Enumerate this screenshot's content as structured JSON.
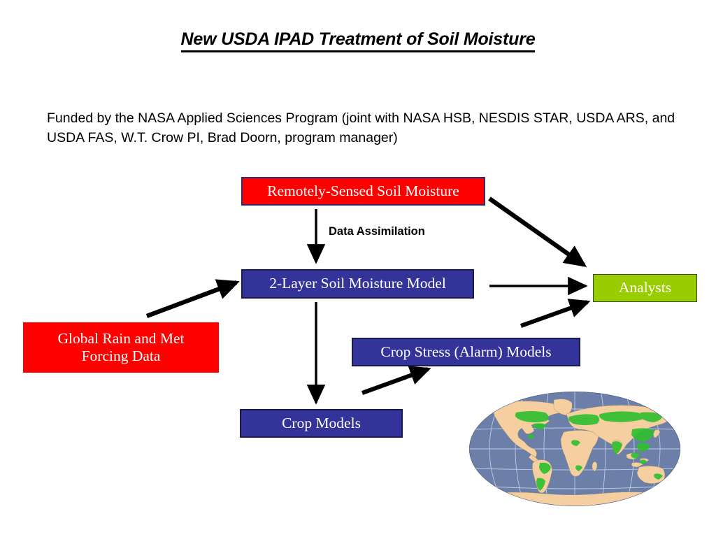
{
  "slide": {
    "title": "New USDA IPAD Treatment  of Soil Moisture",
    "subtitle": "Funded by the NASA Applied Sciences Program (joint with NASA HSB, NESDIS STAR, USDA ARS, and USDA FAS,  W.T. Crow PI, Brad Doorn, program manager)"
  },
  "diagram": {
    "nodes": [
      {
        "id": "remotely-sensed-soil-moisture",
        "label": "Remotely-Sensed Soil Moisture",
        "fill": "#FF0000",
        "text_color": "#FFFFFF",
        "border": "#2F2F6B"
      },
      {
        "id": "two-layer-soil-moisture-model",
        "label": "2-Layer Soil Moisture Model",
        "fill": "#333399",
        "text_color": "#FFFFFF",
        "border": "#1A1A52"
      },
      {
        "id": "analysts",
        "label": "Analysts",
        "fill": "#9ACD00",
        "text_color": "#FFFFFF",
        "border": "#3D4A1A"
      },
      {
        "id": "global-rain-and-met-forcing-data",
        "label": "Global Rain and Met Forcing Data",
        "line1": "Global Rain and Met",
        "line2": "Forcing Data",
        "fill": "#FF0000",
        "text_color": "#FFFFFF",
        "border": "none"
      },
      {
        "id": "crop-stress-alarm-models",
        "label": "Crop Stress (Alarm) Models",
        "fill": "#333399",
        "text_color": "#FFFFFF",
        "border": "#1A1A52"
      },
      {
        "id": "crop-models",
        "label": "Crop Models",
        "fill": "#333399",
        "text_color": "#FFFFFF",
        "border": "#1A1A52"
      }
    ],
    "edge_labels": [
      {
        "id": "data-assimilation",
        "label": "Data Assimilation"
      }
    ],
    "edges": [
      {
        "from": "remotely-sensed-soil-moisture",
        "to": "two-layer-soil-moisture-model",
        "style": "thin-vertical"
      },
      {
        "from": "remotely-sensed-soil-moisture",
        "to": "analysts",
        "style": "thick-diagonal"
      },
      {
        "from": "two-layer-soil-moisture-model",
        "to": "analysts",
        "style": "thin-horizontal"
      },
      {
        "from": "global-rain-and-met-forcing-data",
        "to": "two-layer-soil-moisture-model",
        "style": "thick-diagonal"
      },
      {
        "from": "two-layer-soil-moisture-model",
        "to": "crop-models",
        "style": "thin-vertical"
      },
      {
        "from": "crop-models",
        "to": "crop-stress-alarm-models",
        "style": "thick-diagonal"
      },
      {
        "from": "crop-stress-alarm-models",
        "to": "analysts",
        "style": "thick-diagonal"
      }
    ]
  },
  "map": {
    "name": "global-cropland-world-map",
    "ocean_color": "#6B7FA8",
    "land_color": "#F5CFA0",
    "crop_color": "#2FBF2F",
    "graticule_color": "#C6D2E6",
    "projection": "robinson"
  }
}
